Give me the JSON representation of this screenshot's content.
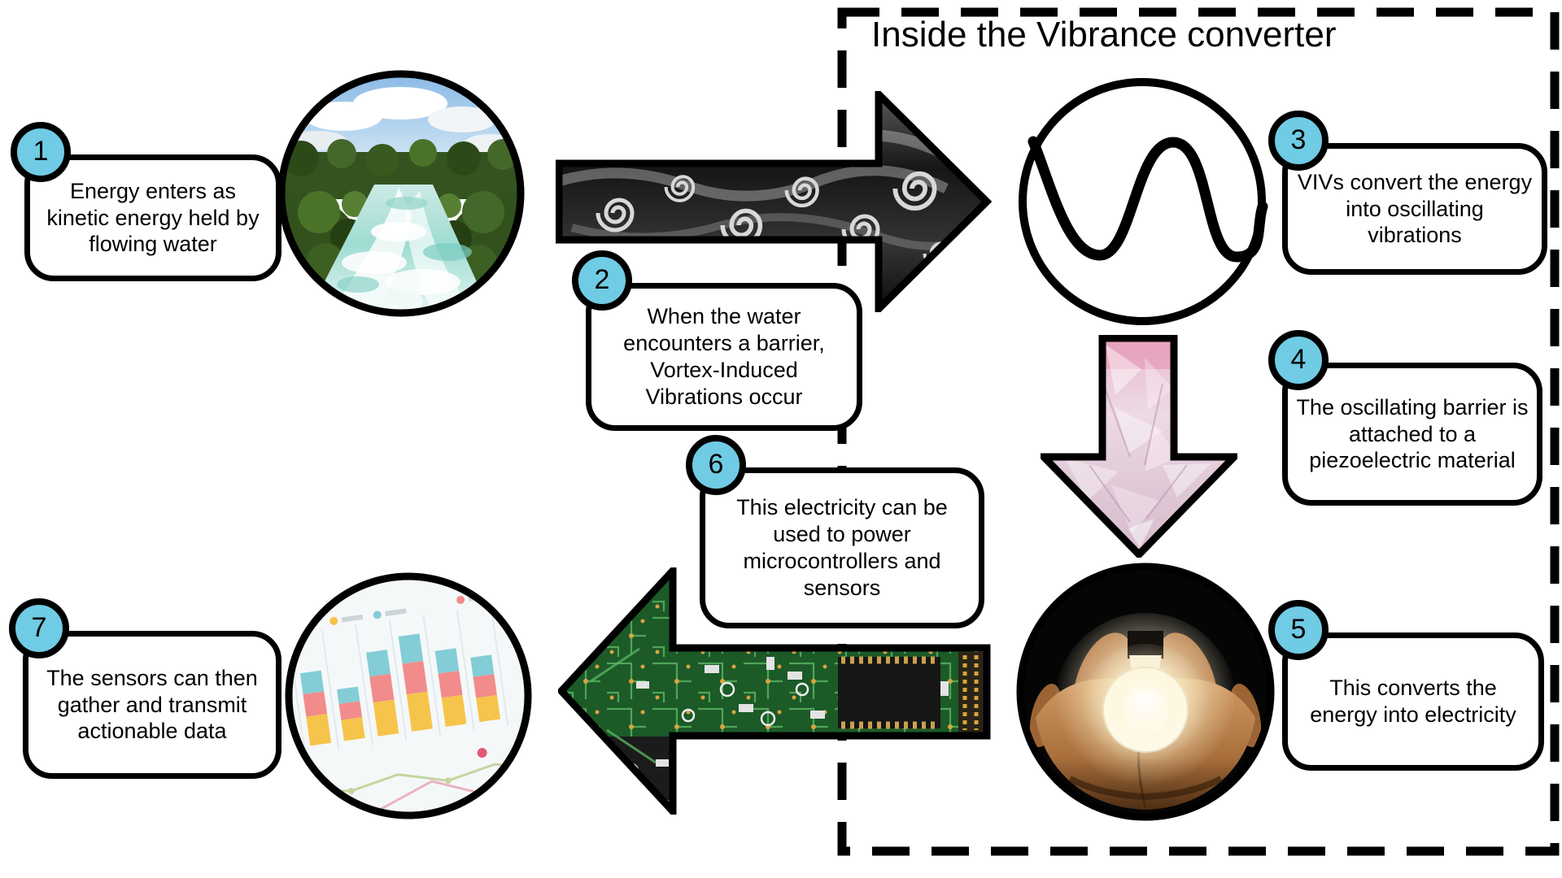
{
  "title": "Inside the Vibrance converter",
  "steps": [
    {
      "number": "1",
      "text": "Energy enters as kinetic energy held by flowing water"
    },
    {
      "number": "2",
      "text": "When the water encounters a barrier, Vortex-Induced Vibrations occur"
    },
    {
      "number": "3",
      "text": "VIVs convert the energy into oscillating vibrations"
    },
    {
      "number": "4",
      "text": "The oscillating barrier is attached to a piezoelectric material"
    },
    {
      "number": "5",
      "text": "This converts the energy into electricity"
    },
    {
      "number": "6",
      "text": "This electricity can be used to power microcontrollers and sensors"
    },
    {
      "number": "7",
      "text": "The sensors can then gather and transmit actionable data"
    }
  ],
  "colors": {
    "badge_fill": "#70cbe4",
    "outline": "#000000",
    "canvas": "#ffffff"
  },
  "graphics": {
    "river_photo": "flowing-river-rapids-photo",
    "vortex_arrow": "vortex-swirls-arrow-right",
    "sine_wave": "oscillation-sine-wave-circle",
    "crystal_arrow": "piezoelectric-crystal-arrow-down",
    "bulb_photo": "hands-holding-glowing-lightbulb-photo",
    "circuit_arrow": "circuit-board-arrow-left",
    "chart_photo": "charts-paper-with-pen-photo"
  }
}
